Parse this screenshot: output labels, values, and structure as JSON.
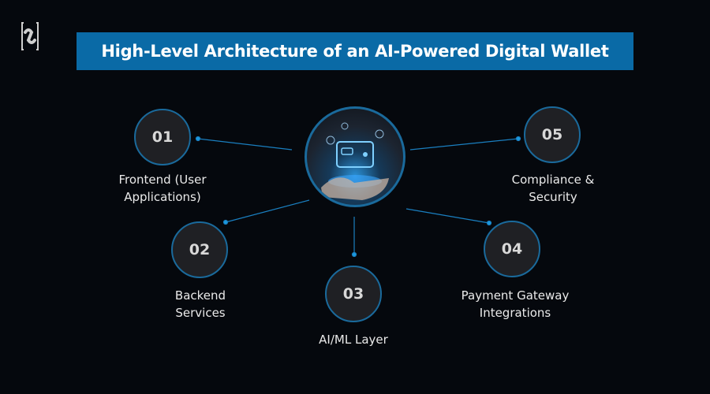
{
  "title": "High-Level Architecture of an AI-Powered Digital Wallet",
  "logo": {
    "icon": "brand-logo-icon"
  },
  "hub": {
    "icon": "wallet-phone-image"
  },
  "colors": {
    "background": "#05080d",
    "accent": "#0a6aa6",
    "node_fill": "#1f2024",
    "node_border": "#1a6a9c",
    "line": "#1a7fc0"
  },
  "nodes": [
    {
      "number": "01",
      "label_line1": "Frontend (User",
      "label_line2": "Applications)"
    },
    {
      "number": "02",
      "label_line1": "Backend",
      "label_line2": "Services"
    },
    {
      "number": "03",
      "label_line1": "AI/ML Layer",
      "label_line2": ""
    },
    {
      "number": "04",
      "label_line1": "Payment Gateway",
      "label_line2": "Integrations"
    },
    {
      "number": "05",
      "label_line1": "Compliance &",
      "label_line2": "Security"
    }
  ]
}
